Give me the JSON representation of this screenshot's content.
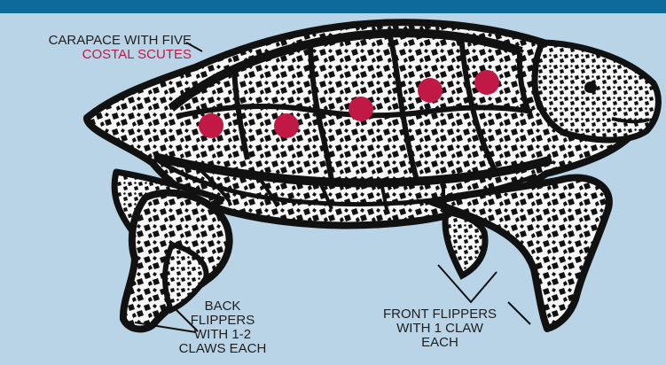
{
  "labels": {
    "carapace_line1": "CARAPACE WITH FIVE",
    "carapace_line2": "COSTAL SCUTES",
    "back_line1": "BACK",
    "back_line2": "FLIPPERS",
    "back_line3": "WITH 1-2",
    "back_line4": "CLAWS EACH",
    "front_line1": "FRONT FLIPPERS",
    "front_line2": "WITH 1 CLAW",
    "front_line3": "EACH"
  },
  "colors": {
    "background": "#b9d4e6",
    "top_band": "#0d6a9b",
    "marker": "#c21846",
    "accent_text": "#c21846",
    "ink": "#1f1f1f"
  },
  "markers": {
    "count": 5
  }
}
